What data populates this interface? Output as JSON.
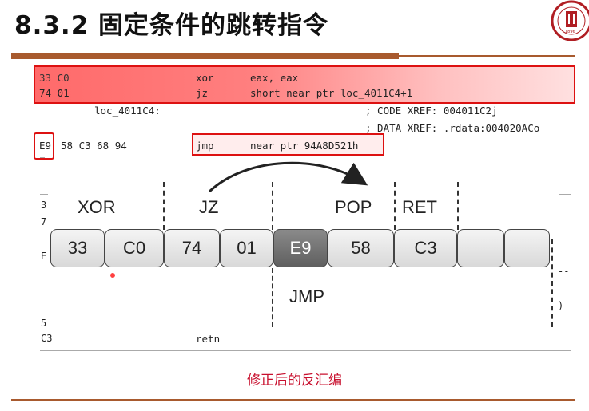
{
  "title": "8.3.2 固定条件的跳转指令",
  "logo": {
    "year": "1896",
    "text": "NICHUAN UNIV"
  },
  "listing": {
    "row1": {
      "bytes": "33 C0",
      "mnemonic": "xor",
      "operands": "eax, eax"
    },
    "row2": {
      "bytes": "74 01",
      "mnemonic": "jz",
      "operands": "short near ptr loc_4011C4+1"
    },
    "row3": {
      "label": "loc_4011C4:",
      "comment": "; CODE XREF: 004011C2j"
    },
    "row4": {
      "comment": "; DATA XREF: .rdata:004020ACo"
    },
    "row5": {
      "bytes_first": "E9",
      "bytes_rest": "58 C3 68 94",
      "mnemonic": "jmp",
      "operands": "near ptr 94A8D521h"
    }
  },
  "diagram": {
    "labels": {
      "xor": "XOR",
      "jz": "JZ",
      "pop": "POP",
      "ret": "RET",
      "jmp": "JMP"
    },
    "cells": [
      "33",
      "C0",
      "74",
      "01",
      "E9",
      "58",
      "C3",
      "",
      ""
    ],
    "left_margin": {
      "a": "3",
      "b": "7",
      "c": "E",
      "d": "5",
      "e": "C3"
    },
    "right_margin": {
      "a": "--",
      "b": "--",
      "c": ")"
    },
    "bottom_row": {
      "mnemonic": "retn"
    }
  },
  "caption": "修正后的反汇编",
  "colors": {
    "accent": "#a85a2e",
    "highlight": "#d11111",
    "caption": "#c8102e"
  }
}
